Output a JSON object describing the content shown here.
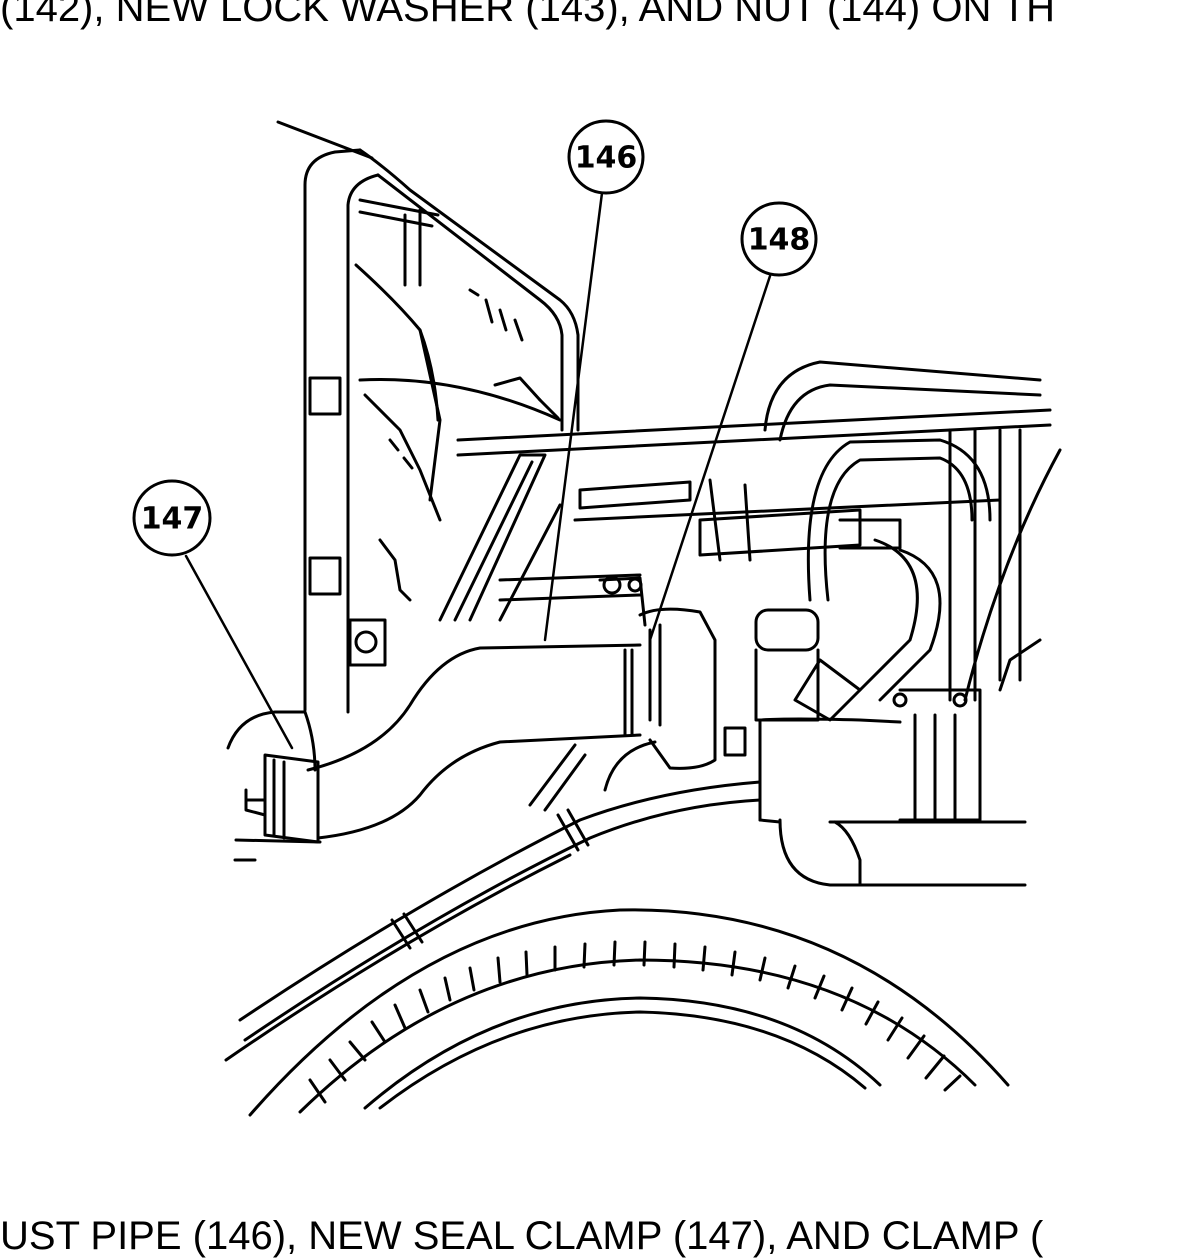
{
  "document": {
    "top_text": "(142), NEW LOCK WASHER (143), AND NUT (144) ON TH",
    "bottom_text": "UST PIPE (146), NEW SEAL CLAMP (147), AND CLAMP (",
    "callouts": {
      "c146": "146",
      "c147": "147",
      "c148": "148"
    }
  }
}
